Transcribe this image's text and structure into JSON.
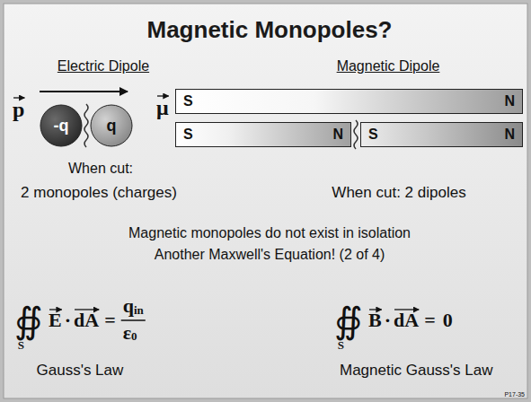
{
  "diagram": {
    "title": "Magnetic Monopoles?",
    "nodes": [
      {
        "text": [
          "-q"
        ]
      },
      {
        "text": [
          "q"
        ]
      },
      {
        "text": [
          "S",
          "N"
        ]
      },
      {
        "text": [
          "S",
          "N"
        ]
      },
      {
        "text": [
          "S",
          "N"
        ]
      }
    ],
    "labels": [
      "Electric Dipole",
      "p",
      "When cut:",
      "2 monopoles (charges)",
      "Magnetic Dipole",
      "μ",
      "When cut: 2 dipoles",
      "Magnetic monopoles do not exist in isolation",
      "Another Maxwell's Equation! (2 of 4)",
      "∯",
      "S",
      "E",
      "·",
      "dA",
      "=",
      "q",
      "in",
      "ε",
      "0",
      "Gauss's Law",
      "∯",
      "S",
      "B",
      "·",
      "dA",
      "=",
      "0",
      "Magnetic Gauss's Law",
      "P17-35"
    ]
  }
}
